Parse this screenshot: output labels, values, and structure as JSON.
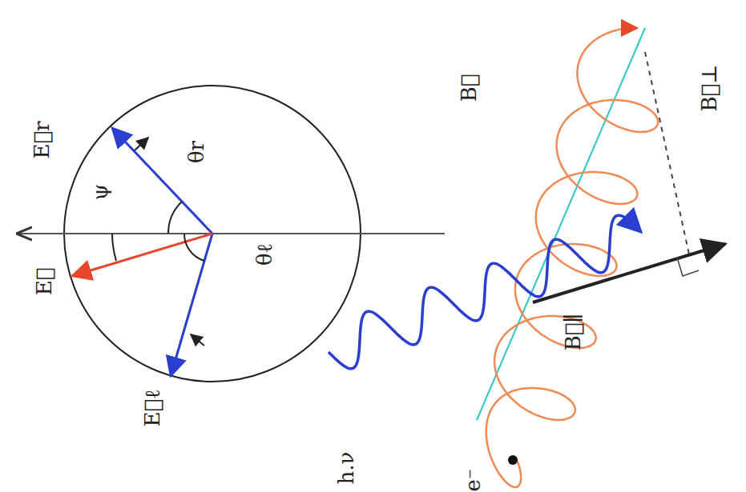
{
  "diagram": {
    "labels": [
      "E⃗r",
      "E⃗",
      "E⃗ℓ",
      "ψ",
      "θr",
      "θℓ",
      "h.ν",
      "B⃗",
      "B⃗∥",
      "B⃗⊥",
      "e⁻"
    ]
  }
}
